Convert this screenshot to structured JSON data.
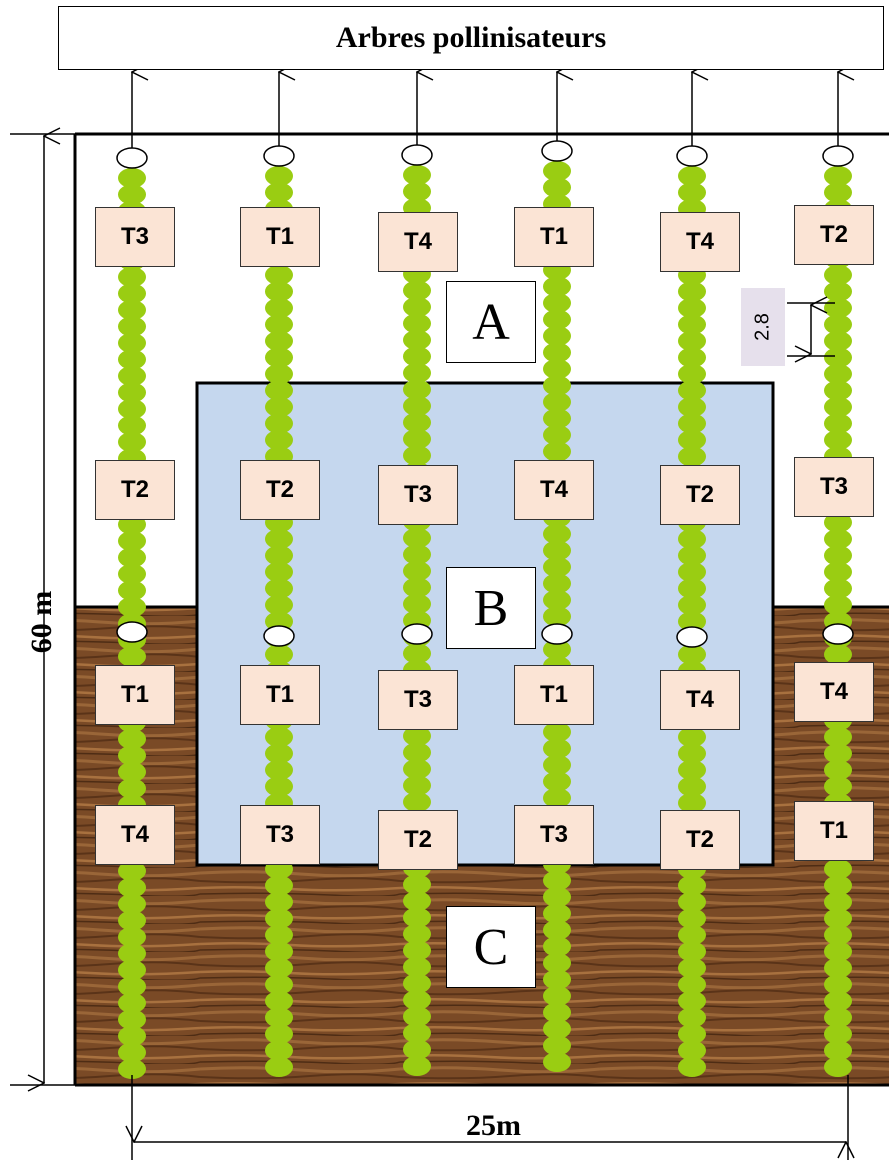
{
  "header": {
    "title": "Arbres pollinisateurs"
  },
  "zones": {
    "a": "A",
    "b": "B",
    "c": "C"
  },
  "dimensions": {
    "height": "60 m",
    "width": "25m",
    "spacing": "2.8"
  },
  "treatments": {
    "row1": [
      "T3",
      "T1",
      "T4",
      "T1",
      "T4",
      "T2"
    ],
    "row2": [
      "T2",
      "T2",
      "T3",
      "T4",
      "T2",
      "T3"
    ],
    "row3": [
      "T1",
      "T1",
      "T3",
      "T1",
      "T4",
      "T4"
    ],
    "row4": [
      "T4",
      "T3",
      "T2",
      "T3",
      "T2",
      "T1"
    ]
  },
  "colors": {
    "zone_b": "#c5d7ee",
    "zone_c": "#7a4a26",
    "trees": "#9acd12",
    "label_fill": "#fbe4d5",
    "spacing_fill": "#e6e0ec"
  }
}
